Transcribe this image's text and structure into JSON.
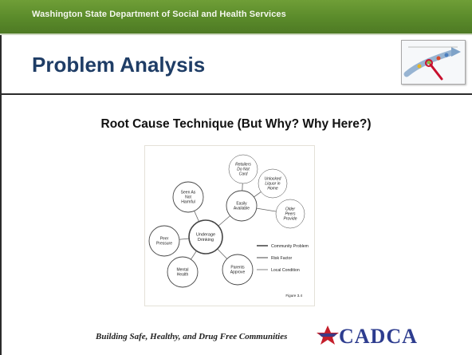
{
  "header": {
    "org_name": "Washington State Department of Social and Health Services"
  },
  "slide": {
    "title": "Problem Analysis",
    "subtitle": "Root Cause Technique (But Why? Why Here?)"
  },
  "diagram": {
    "center": "Underage\nDrinking",
    "risk_factors": [
      "Seen As\nNot\nHarmful",
      "Easily\nAvailable",
      "Parents\nApprove",
      "Mental\nHealth",
      "Peer\nPressure"
    ],
    "local_conditions": [
      "Retailers\nDo Not\nCard",
      "Unlocked\nLiquor in\nHome",
      "Older\nPeers\nProvide"
    ],
    "legend": [
      "Community Problem",
      "Risk Factor",
      "Local Condition"
    ],
    "figure_label": "Figure 3.4"
  },
  "footer": {
    "tagline": "Building Safe, Healthy, and Drug Free Communities",
    "logo_text": "CADCA"
  },
  "colors": {
    "header_green": "#5a8a2a",
    "title_blue": "#1f3d66",
    "logo_blue": "#2e3d8f",
    "logo_red": "#c41e2a"
  }
}
